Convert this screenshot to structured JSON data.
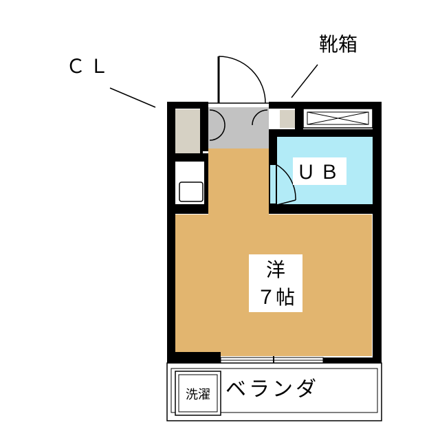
{
  "labels": {
    "closet": "ＣＬ",
    "shoe_box": "靴箱",
    "unit_bath": "ＵＢ",
    "room_type": "洋",
    "room_size": "７帖",
    "washer": "洗濯",
    "balcony": "ベランダ"
  },
  "colors": {
    "room_floor": "#E2B56F",
    "bath_floor": "#B2EBF7",
    "entrance_floor": "#C2C2C2",
    "storage_fill": "#D6D1C4",
    "wall": "#000000",
    "background": "#FFFFFF"
  }
}
